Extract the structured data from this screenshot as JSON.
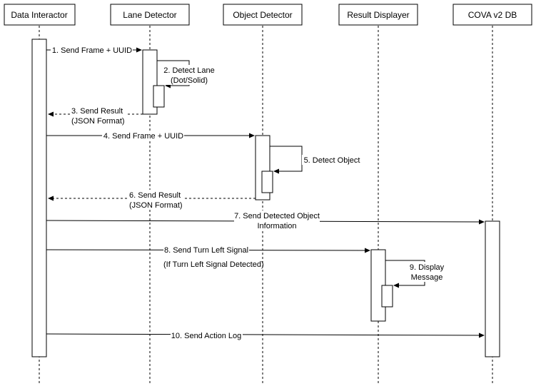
{
  "participants": [
    {
      "id": "di",
      "label": "Data Interactor"
    },
    {
      "id": "ld",
      "label": "Lane Detector"
    },
    {
      "id": "od",
      "label": "Object Detector"
    },
    {
      "id": "rd",
      "label": "Result Displayer"
    },
    {
      "id": "db",
      "label": "COVA v2 DB"
    }
  ],
  "messages": [
    {
      "id": "m1",
      "lines": [
        "1. Send Frame + UUID"
      ]
    },
    {
      "id": "m2",
      "lines": [
        "2. Detect Lane",
        "(Dot/Solid)"
      ]
    },
    {
      "id": "m3",
      "lines": [
        "3. Send Result",
        "(JSON Format)"
      ]
    },
    {
      "id": "m4",
      "lines": [
        "4. Send Frame + UUID"
      ]
    },
    {
      "id": "m5",
      "lines": [
        "5. Detect Object"
      ]
    },
    {
      "id": "m6",
      "lines": [
        "6. Send Result",
        "(JSON Format)"
      ]
    },
    {
      "id": "m7",
      "lines": [
        "7. Send Detected Object",
        "Information"
      ]
    },
    {
      "id": "m8",
      "lines": [
        "8. Send Turn Left Signal"
      ]
    },
    {
      "id": "m9",
      "lines": [
        "9. Display",
        "Message"
      ]
    },
    {
      "id": "m10",
      "lines": [
        "10. Send Action Log"
      ]
    }
  ],
  "notes": [
    {
      "id": "n1",
      "text": "(If Turn Left Signal Detected)"
    }
  ]
}
